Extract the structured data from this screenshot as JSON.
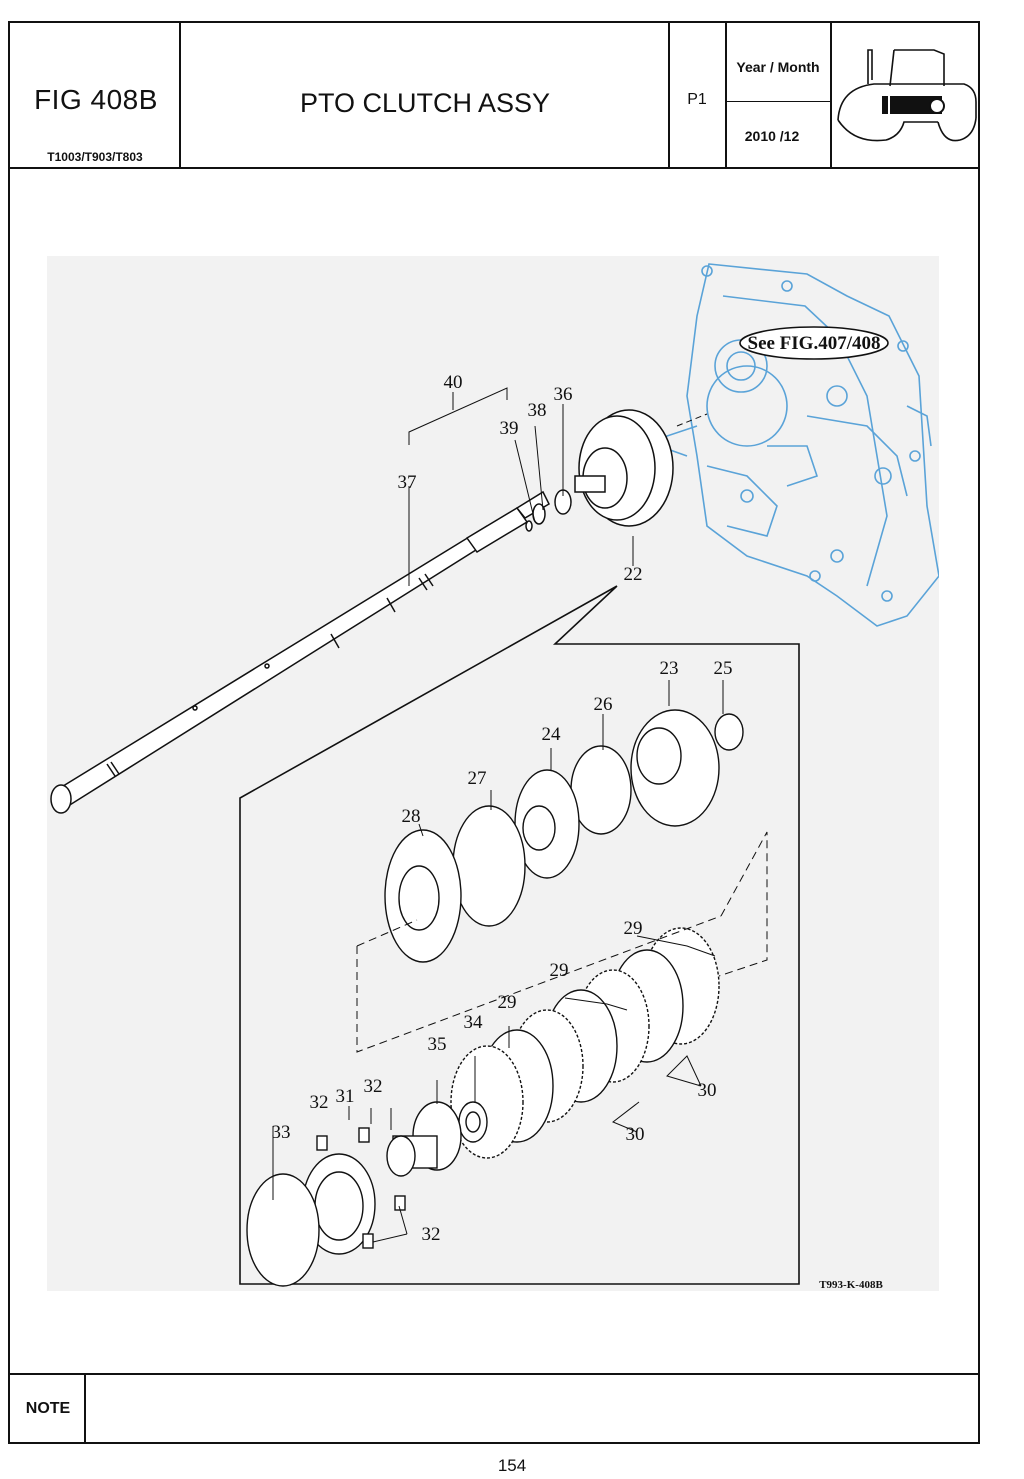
{
  "header": {
    "figure_number": "FIG 408B",
    "models": "T1003/T903/T803",
    "title": "PTO CLUTCH ASSY",
    "page_code": "P1",
    "year_month_label": "Year / Month",
    "year_month_value": "2010 /12",
    "logo_icon": "tractor-icon"
  },
  "drawing": {
    "see_figure_label": "See FIG.407/408",
    "drawing_code": "T993-K-408B",
    "callouts": {
      "c40": "40",
      "c39": "39",
      "c38": "38",
      "c36": "36",
      "c37": "37",
      "c22": "22",
      "c23": "23",
      "c25": "25",
      "c26": "26",
      "c24": "24",
      "c27": "27",
      "c28": "28",
      "c29a": "29",
      "c29b": "29",
      "c29c": "29",
      "c34": "34",
      "c35": "35",
      "c32a": "32",
      "c31": "31",
      "c32b": "32",
      "c33": "33",
      "c32c": "32",
      "c30a": "30",
      "c30b": "30"
    },
    "accent_color": "#5aa3d8"
  },
  "footer": {
    "note_label": "NOTE",
    "page_number": "154"
  }
}
